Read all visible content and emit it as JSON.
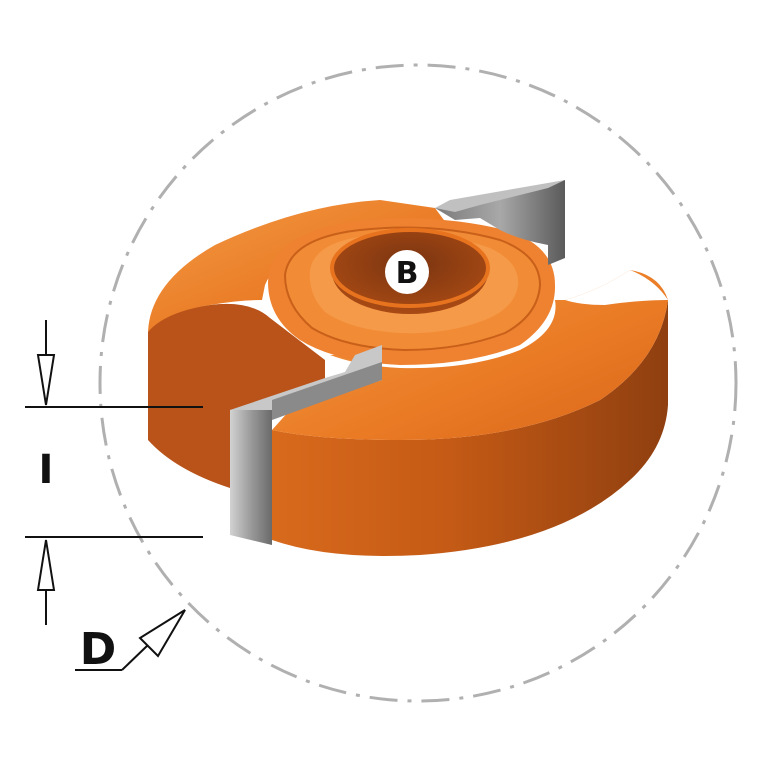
{
  "labels": {
    "bore": "B",
    "cutting_height": "I",
    "diameter": "D"
  },
  "colors": {
    "body_orange": "#e8731f",
    "body_top": "#f08a2e",
    "body_side": "#c95a14",
    "body_shadow": "#8f3f10",
    "blade_light": "#b8b8b8",
    "blade_mid": "#8e8e8e",
    "blade_dark": "#5a5a5a",
    "dash_circle": "#b0b0b0",
    "dimension_line": "#111111"
  },
  "icons": {
    "tool": "shaper-cutter-illustration"
  }
}
